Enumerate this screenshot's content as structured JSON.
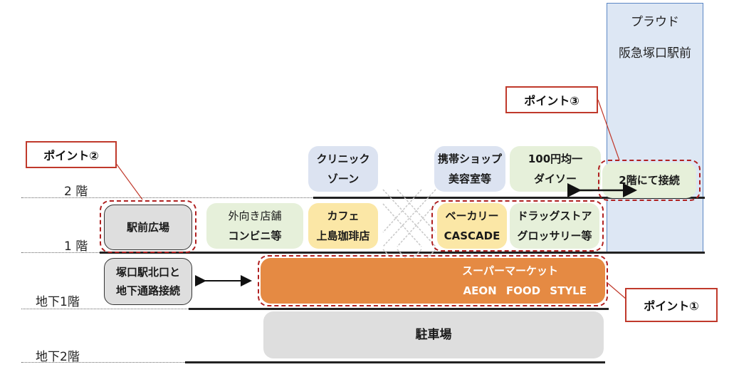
{
  "building": {
    "line1": "プラウド",
    "line2": "阪急塚口駅前"
  },
  "floors": {
    "f2": "2 階",
    "f1": "1 階",
    "b1": "地下1階",
    "b2": "地下2階"
  },
  "points": {
    "p1": "ポイント①",
    "p2": "ポイント②",
    "p3": "ポイント③"
  },
  "boxes": {
    "plaza": "駅前広場",
    "outward": {
      "l1": "外向き店舗",
      "l2": "コンビニ等"
    },
    "cafe": {
      "l1": "カフェ",
      "l2": "上島珈琲店"
    },
    "clinic": {
      "l1": "クリニック",
      "l2": "ゾーン"
    },
    "mobile": {
      "l1": "携帯ショップ",
      "l2": "美容室等"
    },
    "daiso": {
      "l1": "100円均一",
      "l2": "ダイソー"
    },
    "bakery": {
      "l1": "ベーカリー",
      "l2": "CASCADE"
    },
    "drug": {
      "l1": "ドラッグストア",
      "l2": "グロッサリー等"
    },
    "connect2": "2階にて接続",
    "tsukaguchi": {
      "l1": "塚口駅北口と",
      "l2": "地下通路接続"
    },
    "supermarket": {
      "l1": "スーパーマーケット",
      "l2": "AEON FOOD STYLE"
    },
    "parking": "駐車場"
  }
}
